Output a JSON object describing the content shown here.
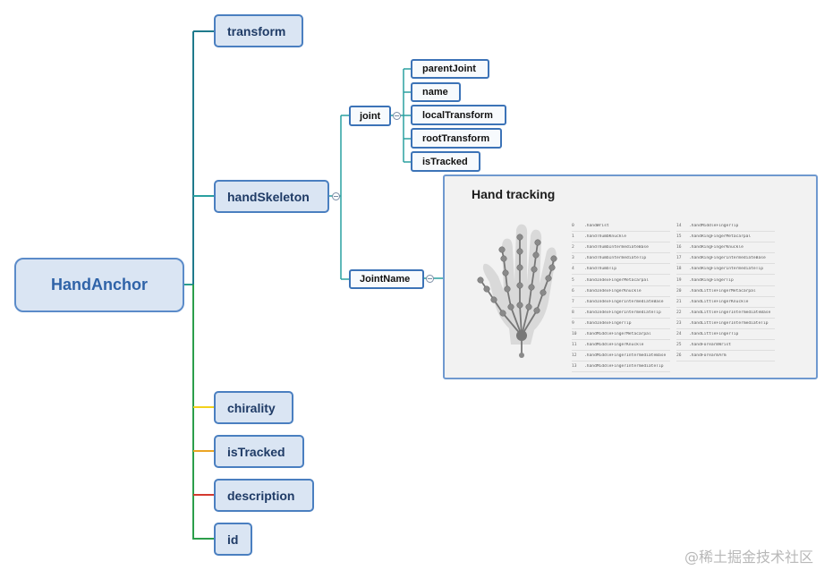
{
  "root": {
    "label": "HandAnchor"
  },
  "children": [
    {
      "label": "transform",
      "color": "#1f7a8c"
    },
    {
      "label": "handSkeleton",
      "color": "#2aa0a0"
    },
    {
      "label": "chirality",
      "color": "#f2d11b"
    },
    {
      "label": "isTracked",
      "color": "#eba524"
    },
    {
      "label": "description",
      "color": "#d43a2f"
    },
    {
      "label": "id",
      "color": "#2c9e4b"
    }
  ],
  "handSkeleton": {
    "joint": {
      "label": "joint",
      "children": [
        "parentJoint",
        "name",
        "localTransform",
        "rootTransform",
        "isTracked"
      ]
    },
    "jointName": {
      "label": "JointName"
    }
  },
  "image": {
    "title": "Hand tracking",
    "icon": "hand-skeleton-illustration",
    "joints": [
      {
        "index": "0",
        "name": ".handWrist"
      },
      {
        "index": "1",
        "name": ".handThumbKnuckle"
      },
      {
        "index": "2",
        "name": ".handThumbIntermediateBase"
      },
      {
        "index": "3",
        "name": ".handThumbIntermediateTip"
      },
      {
        "index": "4",
        "name": ".handThumbTip"
      },
      {
        "index": "5",
        "name": ".handIndexFingerMetacarpal"
      },
      {
        "index": "6",
        "name": ".handIndexFingerKnuckle"
      },
      {
        "index": "7",
        "name": ".handIndexFingerIntermediateBase"
      },
      {
        "index": "8",
        "name": ".handIndexFingerIntermediateTip"
      },
      {
        "index": "9",
        "name": ".handIndexFingerTip"
      },
      {
        "index": "10",
        "name": ".handMiddleFingerMetacarpal"
      },
      {
        "index": "11",
        "name": ".handMiddleFingerKnuckle"
      },
      {
        "index": "12",
        "name": ".handMiddleFingerIntermediateBase"
      },
      {
        "index": "13",
        "name": ".handMiddleFingerIntermediateTip"
      },
      {
        "index": "14",
        "name": ".handMiddleFingerTip"
      },
      {
        "index": "15",
        "name": ".handRingFingerMetacarpal"
      },
      {
        "index": "16",
        "name": ".handRingFingerKnuckle"
      },
      {
        "index": "17",
        "name": ".handRingFingerIntermediateBase"
      },
      {
        "index": "18",
        "name": ".handRingFingerIntermediateTip"
      },
      {
        "index": "19",
        "name": ".handRingFingerTip"
      },
      {
        "index": "20",
        "name": ".handLittleFingerMetacarpal"
      },
      {
        "index": "21",
        "name": ".handLittleFingerKnuckle"
      },
      {
        "index": "22",
        "name": ".handLittleFingerIntermediateBase"
      },
      {
        "index": "23",
        "name": ".handLittleFingerIntermediateTip"
      },
      {
        "index": "24",
        "name": ".handLittleFingerTip"
      },
      {
        "index": "25",
        "name": ".handForearmWrist"
      },
      {
        "index": "26",
        "name": ".handForearmArm"
      }
    ]
  },
  "watermark": "@稀土掘金技术社区"
}
